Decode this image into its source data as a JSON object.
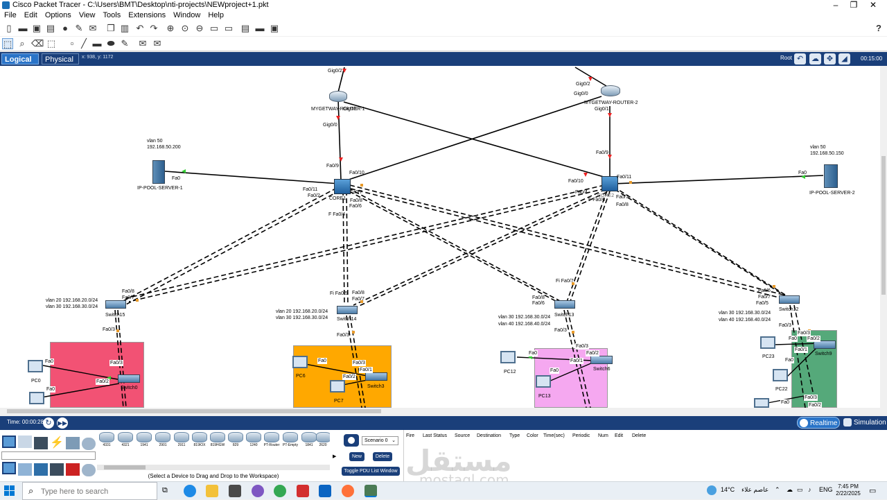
{
  "window": {
    "title": "Cisco Packet Tracer - C:\\Users\\BMT\\Desktop\\nti-projects\\NEWproject+1.pkt",
    "minimize": "–",
    "maximize": "❐",
    "close": "✕"
  },
  "menu": [
    "File",
    "Edit",
    "Options",
    "View",
    "Tools",
    "Extensions",
    "Window",
    "Help"
  ],
  "help_glyph": "?",
  "modebar": {
    "logical": "Logical",
    "physical": "Physical",
    "coords": "x: 938, y: 1172",
    "root": "Root",
    "clock": "00:15:00"
  },
  "devices": {
    "router1_name": "MYGETWAY-ROUTER-1",
    "router2_name": "MYGETWAY-ROUTER-2",
    "core1_name": "CORE1",
    "core2_name": "CORE2",
    "server1_name": "IP-POOL-SERVER-1",
    "server2_name": "IP-POOL-SERVER-2",
    "sw15": "Switch15",
    "sw14": "Switch14",
    "sw13": "Switch13",
    "sw12": "Switch12",
    "sw0": "Switch0",
    "sw3": "Switch3",
    "sw6": "Switch6",
    "sw9": "Switch9",
    "pc0": "PC0",
    "pc6": "PC6",
    "pc7": "PC7",
    "pc12": "PC12",
    "pc13": "PC13",
    "pc23": "PC23",
    "pc22": "PC22"
  },
  "notes": {
    "server1_vlan": "vlan 50",
    "server1_ip": "192.168.50.200",
    "server2_vlan": "vlan 50",
    "server2_ip": "192.168.50.150",
    "sw15_a": "vlan 20 192.168.20.0/24",
    "sw15_b": "vlan 30 192.168.30.0/24",
    "sw14_a": "vlan 20 192.168.20.0/24",
    "sw14_b": "vlan 30 192.168.30.0/24",
    "sw13_a": "vlan 30 192.168.30.0/24",
    "sw13_b": "vlan 40 192.168.40.0/24",
    "sw12_a": "vlan 30 192.168.30.0/24",
    "sw12_b": "vlan 40 192.168.40.0/24"
  },
  "ports": {
    "gig02_a": "Gig0/2",
    "gig01_a": "Gig0/1",
    "gig00_a": "Gig0/0",
    "gig02_b": "Gig0/2",
    "gig00_b": "Gig0/0",
    "gig01_b": "Gig0/1",
    "fa09_a": "Fa0/9",
    "fa010_a": "Fa0/10",
    "fa011_a": "Fa0/11",
    "fa02_a": "Fa0/2",
    "fa07_a": "Fa0/7",
    "fa08_a": "Fa0/8",
    "fa06_a": "Fa0/6",
    "fa04_a": "F Fa0/4",
    "fa0_srv1": "Fa0",
    "fa09_b": "Fa0/9",
    "fa010_b": "Fa0/10",
    "fa011_b": "Fa0/11",
    "fa04_b": "Fa0/4",
    "fa06_b": "F Fa0/6",
    "fa07_b": "Fa0/7",
    "fa08_b": "Fa0/8",
    "fa0_srv2": "Fa0",
    "sw15_fa08": "Fa0/8",
    "sw15_fa07": "Fa0/7",
    "sw15_fa03": "Fa0/3",
    "sw14_fa05": "Fi Fa0/5",
    "sw14_fa08": "Fa0/8",
    "sw14_fa07": "Fa0/7",
    "sw14_fa03": "Fa0/3",
    "sw13_fa07": "Fi Fa0/7",
    "sw13_fa08": "Fa0/8",
    "sw13_fa06": "Fa0/6",
    "sw13_fa03": "Fa0/3",
    "sw12_fa06": "Fa0/6",
    "sw12_fa07": "Fa0/7",
    "sw12_fa05": "Fa0/5",
    "sw12_fa03": "Fa0/3",
    "fa03_a": "Fa0/3",
    "fa02_c": "Fa0/2",
    "fa0_pc0": "Fa0",
    "fa0_pc": "Fa0",
    "fa0_pc6": "Fa0",
    "fa03_b": "Fa0/3",
    "fa01_b": "Fa0/1",
    "fa02_d": "Fa0/2",
    "fa0_pc12": "Fa0",
    "fa0_pc13": "Fa0",
    "fa03_c": "Fa0/3",
    "fa01_c": "Fa0/1",
    "fa02_e": "Fa0/2",
    "fa03_d": "Fa0/3",
    "fa01_d": "Fa0/1",
    "fa02_f": "Fa0/2",
    "fa0_pc23": "Fa0",
    "fa0_pc22": "Fa0",
    "fa0_pcx": "Fa0",
    "fa03_e": "Fa0/3",
    "fa02_g": "Fa0/2"
  },
  "simbar": {
    "time": "Time: 00:00:28",
    "realtime": "Realtime",
    "simulation": "Simulation"
  },
  "models": [
    "4331",
    "4321",
    "1941",
    "2901",
    "2911",
    "819IOX",
    "819HGW",
    "829",
    "1240",
    "PT-Router",
    "PT-Empty",
    "1841",
    "2620"
  ],
  "device_hint": "(Select a Device to Drag and Drop to the Workspace)",
  "pdu": {
    "scenario": "Scenario 0",
    "new": "New",
    "delete": "Delete",
    "toggle": "Toggle PDU List Window",
    "columns": [
      "Fire",
      "Last Status",
      "Source",
      "Destination",
      "Type",
      "Color",
      "Time(sec)",
      "Periodic",
      "Num",
      "Edit",
      "Delete"
    ]
  },
  "taskbar": {
    "search_placeholder": "Type here to search",
    "weather": "14°C",
    "weather_desc": "عاصم علاء",
    "lang": "ENG",
    "time": "7:45 PM",
    "date": "2/22/2025"
  },
  "watermark": {
    "arabic": "مستقل",
    "latin": "mostaql.com"
  },
  "colors": {
    "accent": "#1a3f7a",
    "area_red": "#f25274",
    "area_orange": "#ffa800",
    "area_pink": "#f5a8f0",
    "area_green": "#55a97a"
  }
}
